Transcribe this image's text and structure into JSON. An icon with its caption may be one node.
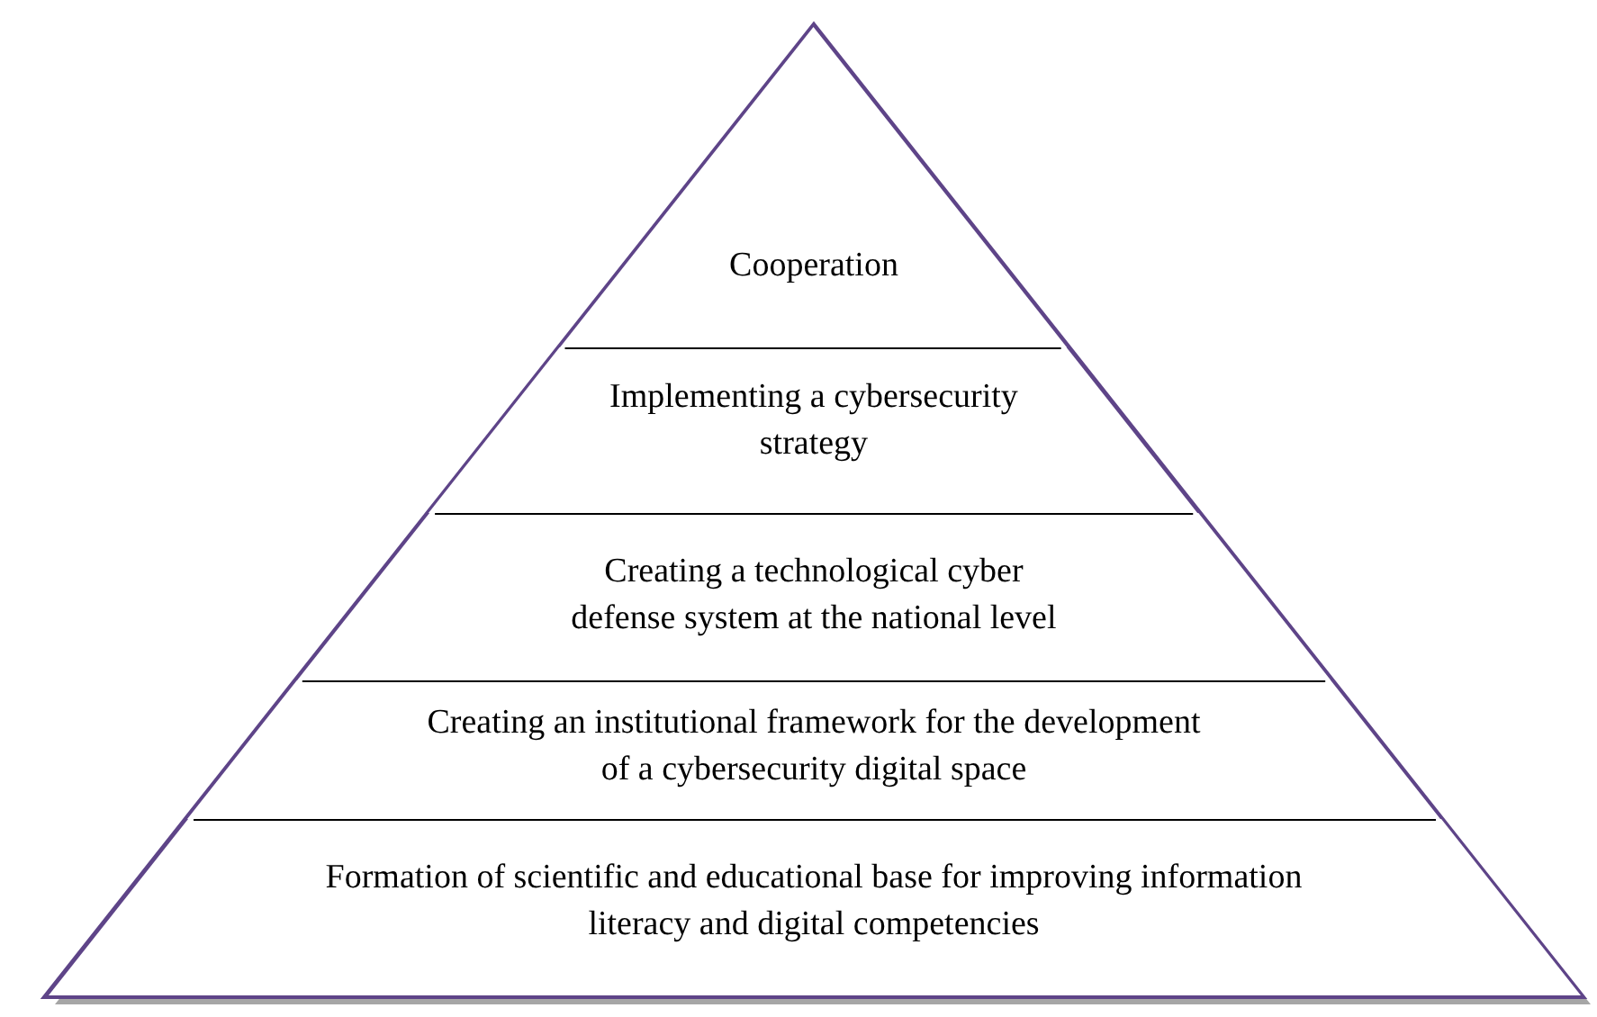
{
  "diagram": {
    "nodes": [
      {
        "text": [
          "Cooperation"
        ]
      },
      {
        "text": [
          "Implementing a cybersecurity strategy"
        ]
      },
      {
        "text": [
          "Creating a technological cyber defense system at the national level"
        ]
      },
      {
        "text": [
          "Creating an institutional framework for the development of a cybersecurity digital space"
        ]
      },
      {
        "text": [
          "Formation of scientific and educational base for improving information literacy and digital competencies"
        ]
      }
    ],
    "edges": []
  }
}
